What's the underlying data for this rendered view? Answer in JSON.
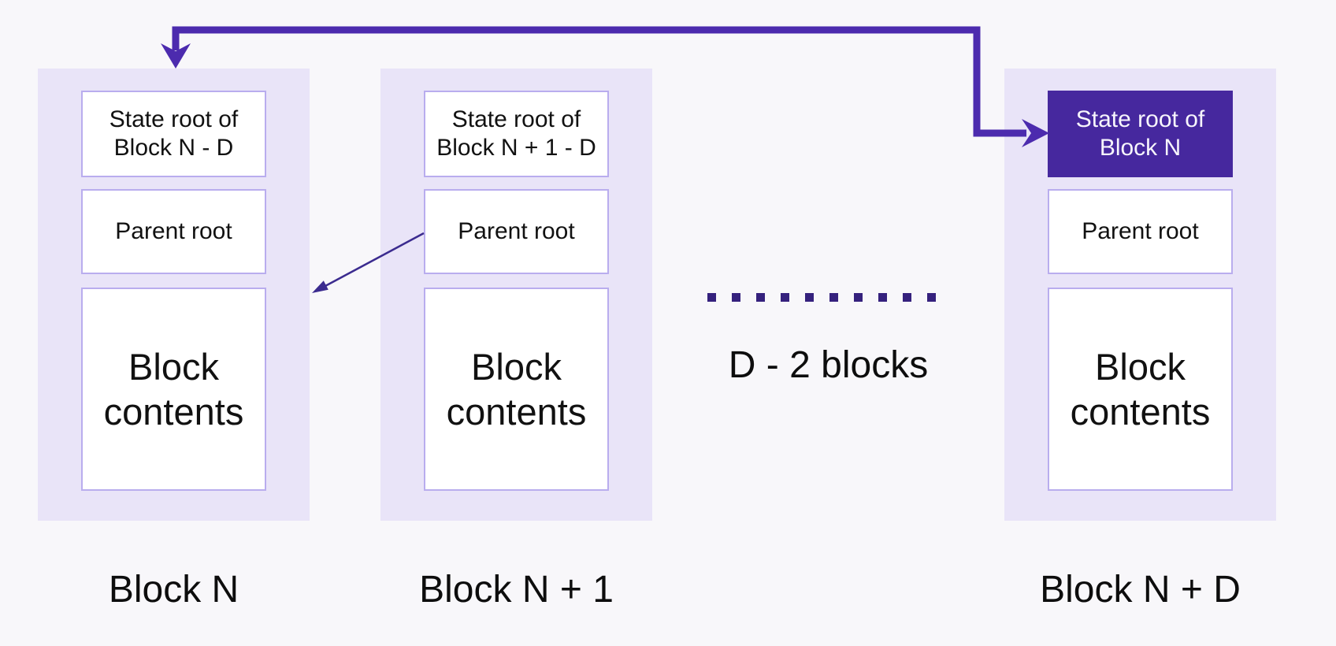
{
  "colors": {
    "page_bg": "#f8f7fa",
    "column_bg": "#e9e4f8",
    "box_border": "#b9adee",
    "highlight_box_bg": "#46289e",
    "highlight_box_text": "#f7f5fc",
    "thick_arrow": "#4c2bae",
    "thin_arrow": "#3b2b8f",
    "dots": "#35217d",
    "text": "#0d0d0d"
  },
  "blocks": [
    {
      "label": "Block N",
      "state_root_line1": "State root of",
      "state_root_line2": "Block N - D",
      "parent_root": "Parent root",
      "contents_line1": "Block",
      "contents_line2": "contents",
      "state_root_highlighted": false
    },
    {
      "label": "Block N + 1",
      "state_root_line1": "State root of",
      "state_root_line2": "Block N + 1 - D",
      "parent_root": "Parent root",
      "contents_line1": "Block",
      "contents_line2": "contents",
      "state_root_highlighted": false
    },
    {
      "label": "Block N + D",
      "state_root_line1": "State root of",
      "state_root_line2": "Block N",
      "parent_root": "Parent root",
      "contents_line1": "Block",
      "contents_line2": "contents",
      "state_root_highlighted": true
    }
  ],
  "middle": {
    "gap_label": "D - 2 blocks",
    "dots_count": 10
  },
  "arrows": {
    "state_reference": "state-root-of-block-n-to-block-n",
    "parent_reference": "parent-root-of-block-n-plus-1-to-block-n"
  }
}
